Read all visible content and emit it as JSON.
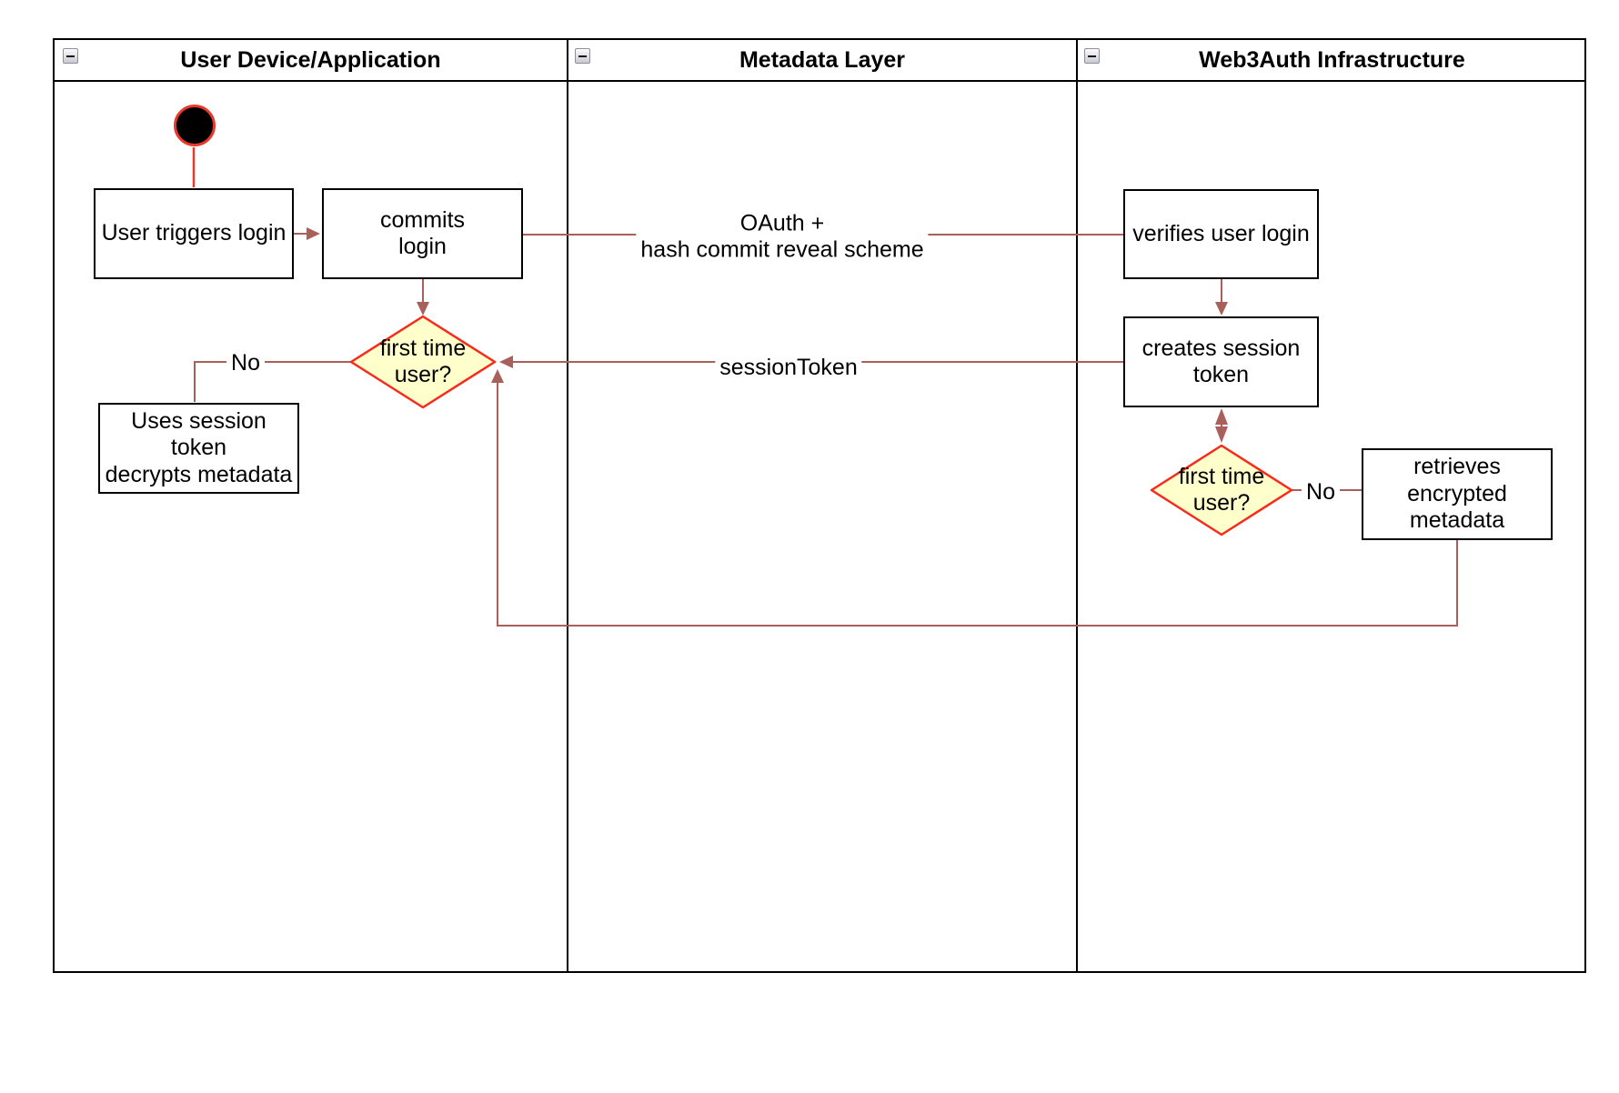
{
  "lanes": [
    {
      "title": "User Device/Application"
    },
    {
      "title": "Metadata Layer"
    },
    {
      "title": "Web3Auth Infrastructure"
    }
  ],
  "nodes": {
    "user_triggers_login": "User triggers login",
    "commits_login": "commits\nlogin",
    "first_time_user_left": "first time\nuser?",
    "uses_session_token": "Uses session\ntoken\ndecrypts metadata",
    "verifies_user_login": "verifies user login",
    "creates_session_token": "creates session\ntoken",
    "first_time_user_right": "first time\nuser?",
    "retrieves_encrypted_metadata": "retrieves encrypted\nmetadata"
  },
  "edge_labels": {
    "oauth": "OAuth +\nhash commit reveal scheme",
    "session_token": "sessionToken",
    "no_left": "No",
    "no_right": "No"
  },
  "icons": {
    "collapse": "minus-icon"
  },
  "colors": {
    "connector": "#a9605a",
    "start_edge": "#e8392b",
    "diamond_stroke": "#fa2a1a",
    "diamond_fill": "#ffffcc",
    "node_border": "#000000",
    "node_fill": "#ffffff",
    "lane_border": "#000000"
  }
}
